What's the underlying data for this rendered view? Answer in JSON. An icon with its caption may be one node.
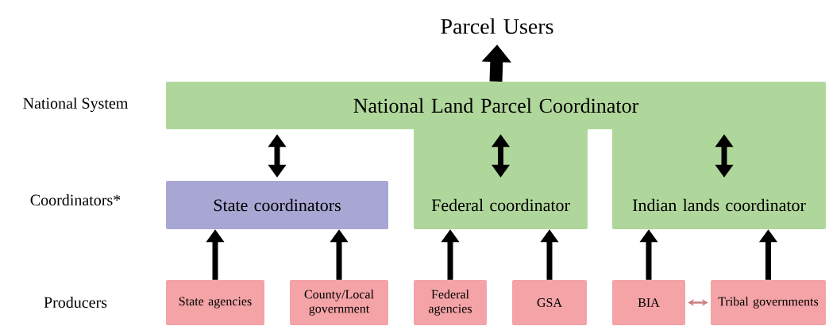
{
  "diagram": {
    "nodes": [
      {
        "text": [
          "Parcel Users"
        ]
      },
      {
        "text": [
          "National Land Parcel Coordinator"
        ]
      },
      {
        "text": [
          "State coordinators"
        ]
      },
      {
        "text": [
          "Federal coordinator"
        ]
      },
      {
        "text": [
          "Indian lands coordinator"
        ]
      },
      {
        "text": [
          "State agencies"
        ]
      },
      {
        "text": [
          "County/Local government"
        ]
      },
      {
        "text": [
          "Federal agencies"
        ]
      },
      {
        "text": [
          "GSA"
        ]
      },
      {
        "text": [
          "BIA"
        ]
      },
      {
        "text": [
          "Tribal governments"
        ]
      }
    ],
    "edges": [
      {
        "from": 1,
        "to": 0,
        "arrow": "to",
        "style": "thick"
      },
      {
        "from": 1,
        "to": 2,
        "arrow": "both"
      },
      {
        "from": 1,
        "to": 3,
        "arrow": "both"
      },
      {
        "from": 1,
        "to": 4,
        "arrow": "both"
      },
      {
        "from": 5,
        "to": 2,
        "arrow": "to"
      },
      {
        "from": 6,
        "to": 2,
        "arrow": "to"
      },
      {
        "from": 7,
        "to": 3,
        "arrow": "to"
      },
      {
        "from": 8,
        "to": 3,
        "arrow": "to"
      },
      {
        "from": 9,
        "to": 4,
        "arrow": "to"
      },
      {
        "from": 10,
        "to": 4,
        "arrow": "to"
      },
      {
        "from": 9,
        "to": 10,
        "arrow": "both",
        "color": "#c97f80"
      }
    ],
    "labels": [
      "National System",
      "Coordinators*",
      "Producers"
    ]
  }
}
